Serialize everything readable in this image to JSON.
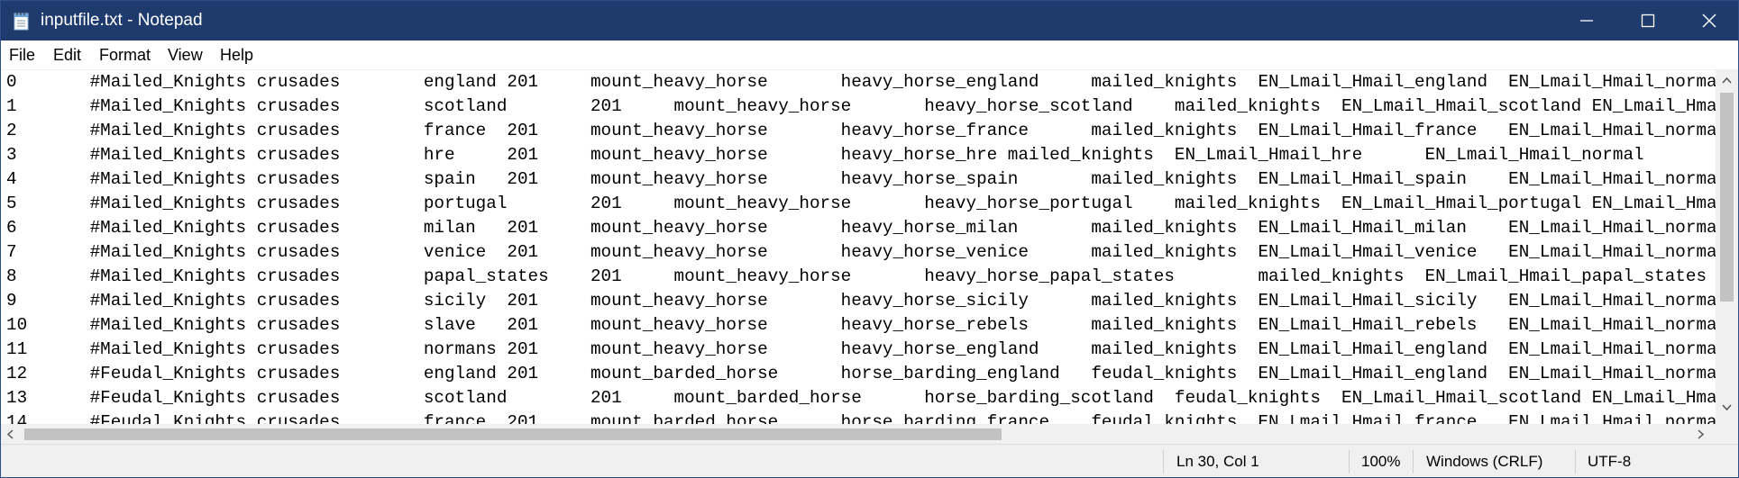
{
  "window": {
    "title": "inputfile.txt - Notepad"
  },
  "menu": [
    "File",
    "Edit",
    "Format",
    "View",
    "Help"
  ],
  "editor": {
    "lines": [
      "0       #Mailed_Knights crusades        england 201     mount_heavy_horse       heavy_horse_england     mailed_knights  EN_Lmail_Hmail_england  EN_Lmail_Hmail_normal",
      "1       #Mailed_Knights crusades        scotland        201     mount_heavy_horse       heavy_horse_scotland    mailed_knights  EN_Lmail_Hmail_scotland EN_Lmail_Hmail_normal",
      "2       #Mailed_Knights crusades        france  201     mount_heavy_horse       heavy_horse_france      mailed_knights  EN_Lmail_Hmail_france   EN_Lmail_Hmail_normal",
      "3       #Mailed_Knights crusades        hre     201     mount_heavy_horse       heavy_horse_hre mailed_knights  EN_Lmail_Hmail_hre      EN_Lmail_Hmail_normal",
      "4       #Mailed_Knights crusades        spain   201     mount_heavy_horse       heavy_horse_spain       mailed_knights  EN_Lmail_Hmail_spain    EN_Lmail_Hmail_normal",
      "5       #Mailed_Knights crusades        portugal        201     mount_heavy_horse       heavy_horse_portugal    mailed_knights  EN_Lmail_Hmail_portugal EN_Lmail_Hmail_normal",
      "6       #Mailed_Knights crusades        milan   201     mount_heavy_horse       heavy_horse_milan       mailed_knights  EN_Lmail_Hmail_milan    EN_Lmail_Hmail_normal",
      "7       #Mailed_Knights crusades        venice  201     mount_heavy_horse       heavy_horse_venice      mailed_knights  EN_Lmail_Hmail_venice   EN_Lmail_Hmail_normal",
      "8       #Mailed_Knights crusades        papal_states    201     mount_heavy_horse       heavy_horse_papal_states        mailed_knights  EN_Lmail_Hmail_papal_states",
      "9       #Mailed_Knights crusades        sicily  201     mount_heavy_horse       heavy_horse_sicily      mailed_knights  EN_Lmail_Hmail_sicily   EN_Lmail_Hmail_normal",
      "10      #Mailed_Knights crusades        slave   201     mount_heavy_horse       heavy_horse_rebels      mailed_knights  EN_Lmail_Hmail_rebels   EN_Lmail_Hmail_normal",
      "11      #Mailed_Knights crusades        normans 201     mount_heavy_horse       heavy_horse_england     mailed_knights  EN_Lmail_Hmail_england  EN_Lmail_Hmail_normal",
      "12      #Feudal_Knights crusades        england 201     mount_barded_horse      horse_barding_england   feudal_knights  EN_Lmail_Hmail_england  EN_Lmail_Hmail_normal",
      "13      #Feudal_Knights crusades        scotland        201     mount_barded_horse      horse_barding_scotland  feudal_knights  EN_Lmail_Hmail_scotland EN_Lmail_Hmail_normal",
      "14      #Feudal_Knights crusades        france  201     mount_barded_horse      horse_barding_france    feudal_knights  EN_Lmail_Hmail_france   EN_Lmail_Hmail_normal"
    ]
  },
  "status": {
    "position": "Ln 30, Col 1",
    "zoom": "100%",
    "line_ending": "Windows (CRLF)",
    "encoding": "UTF-8"
  },
  "colors": {
    "titlebar": "#1f3b6e",
    "chrome": "#f0f0f0",
    "scroll_thumb": "#c2c2c2"
  },
  "icons": [
    "notepad-icon",
    "minimize-icon",
    "maximize-icon",
    "close-icon"
  ]
}
